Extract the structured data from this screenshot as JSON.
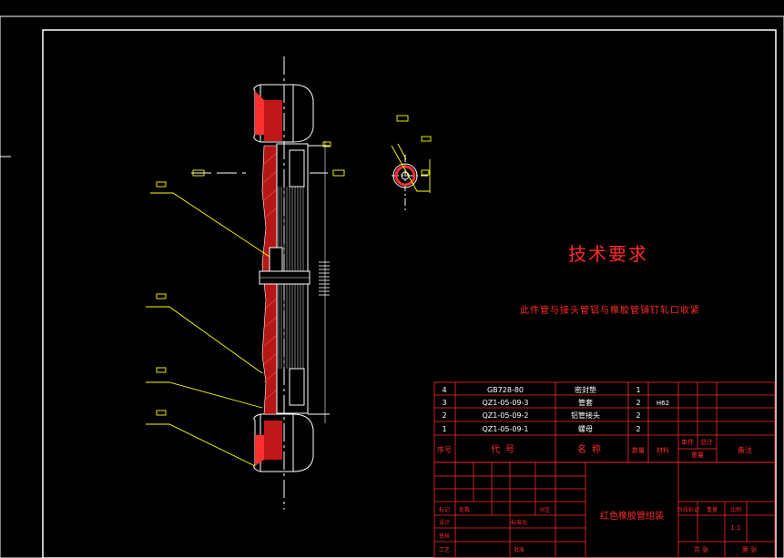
{
  "title_block": {
    "heading": "技术要求",
    "requirement": "此件管与接头管铝与橡胶管铺钉轧口收紧",
    "assembly_name": "红色橡胶管组装",
    "scale": "1:1",
    "sheet_count": "共 张",
    "sheet_number": "第 张",
    "small_labels": [
      "标记",
      "处数",
      "分区",
      "设计",
      "标准化",
      "审核",
      "工艺",
      "批准",
      "阶段标记",
      "重量",
      "比例"
    ]
  },
  "bom": {
    "headers": [
      "序号",
      "代号",
      "名称",
      "数量",
      "材料",
      "单件",
      "总计",
      "重量",
      "备注"
    ],
    "rows": [
      {
        "no": "4",
        "code": "GB728-80",
        "name": "密封垫",
        "qty": "1",
        "material": "",
        "unit": "",
        "total": ""
      },
      {
        "no": "3",
        "code": "QZ1-05-09-3",
        "name": "管套",
        "qty": "2",
        "material": "H62",
        "unit": "",
        "total": ""
      },
      {
        "no": "2",
        "code": "QZ1-05-09-2",
        "name": "铝管接头",
        "qty": "2",
        "material": "",
        "unit": "",
        "total": ""
      },
      {
        "no": "1",
        "code": "QZ1-05-09-1",
        "name": "螺母",
        "qty": "2",
        "material": "",
        "unit": "",
        "total": ""
      }
    ]
  },
  "colors": {
    "frame": "#ffffff",
    "title_text": "#ff2a2a",
    "table_lines": "#ff2a2a",
    "annotation": "#ffff00",
    "hatch": "#ff3030",
    "background": "#000000"
  }
}
